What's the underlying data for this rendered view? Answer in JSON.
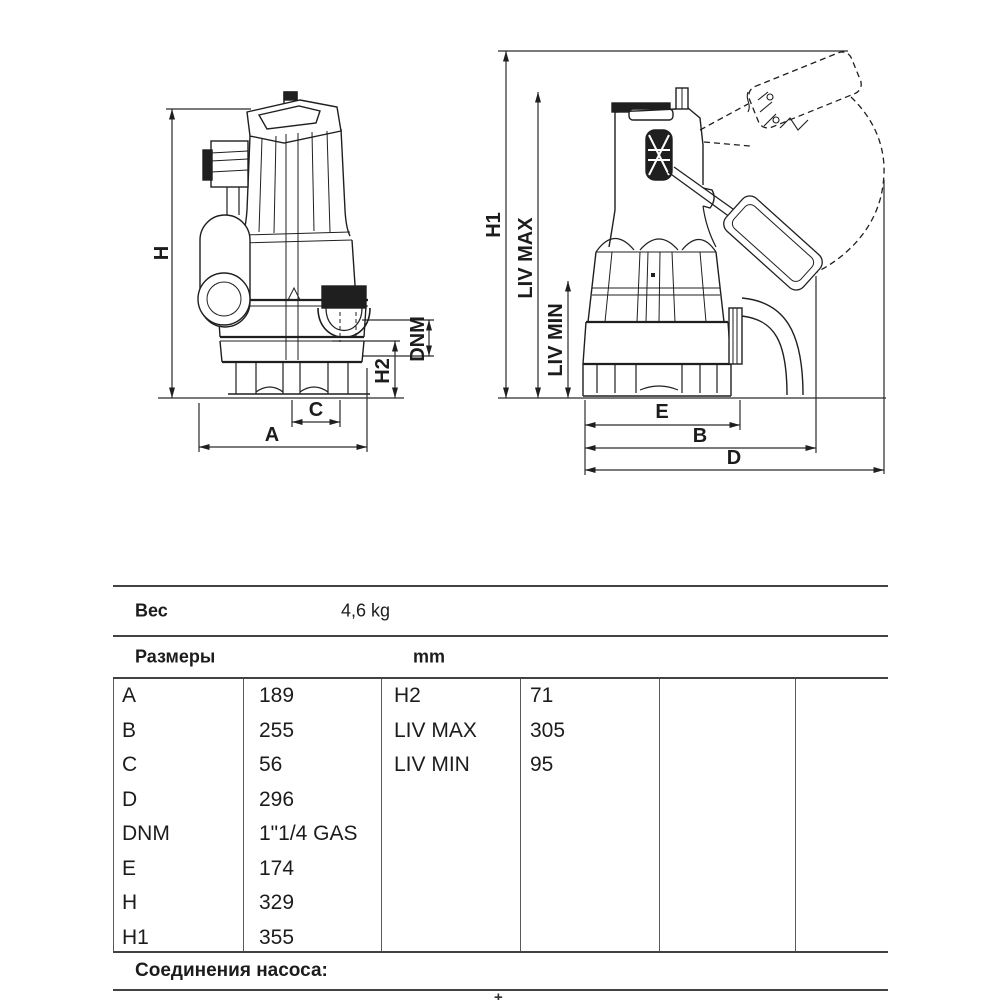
{
  "page": {
    "background": "#ffffff"
  },
  "drawing": {
    "front_view": {
      "dim_labels": {
        "h": "H",
        "a": "A",
        "c": "C",
        "h2": "H2",
        "dnm": "DNM"
      }
    },
    "side_view": {
      "dim_labels": {
        "h1": "H1",
        "liv_max": "LIV MAX",
        "liv_min": "LIV MIN",
        "e": "E",
        "b": "B",
        "d": "D"
      }
    }
  },
  "table": {
    "weight_row": {
      "label": "Вес",
      "value": "4,6 kg"
    },
    "dims_header": {
      "label": "Размеры",
      "unit": "mm"
    },
    "left_rows": [
      {
        "name": "A",
        "value": "189"
      },
      {
        "name": "B",
        "value": "255"
      },
      {
        "name": "C",
        "value": "56"
      },
      {
        "name": "D",
        "value": "296"
      },
      {
        "name": "DNM",
        "value": "1\"1/4 GAS"
      },
      {
        "name": "E",
        "value": "174"
      },
      {
        "name": "H",
        "value": "329"
      },
      {
        "name": "H1",
        "value": "355"
      }
    ],
    "right_rows": [
      {
        "name": "H2",
        "value": "71"
      },
      {
        "name": "LIV MAX",
        "value": "305"
      },
      {
        "name": "LIV MIN",
        "value": "95"
      }
    ],
    "connections_label": "Соединения насоса:"
  },
  "footer": {
    "crop_mark": "+"
  },
  "colors": {
    "line_art": "#1f1f1f",
    "rule_dark": "#424242",
    "grid_line": "#5a5a5a",
    "text": "#1c1c1c"
  }
}
